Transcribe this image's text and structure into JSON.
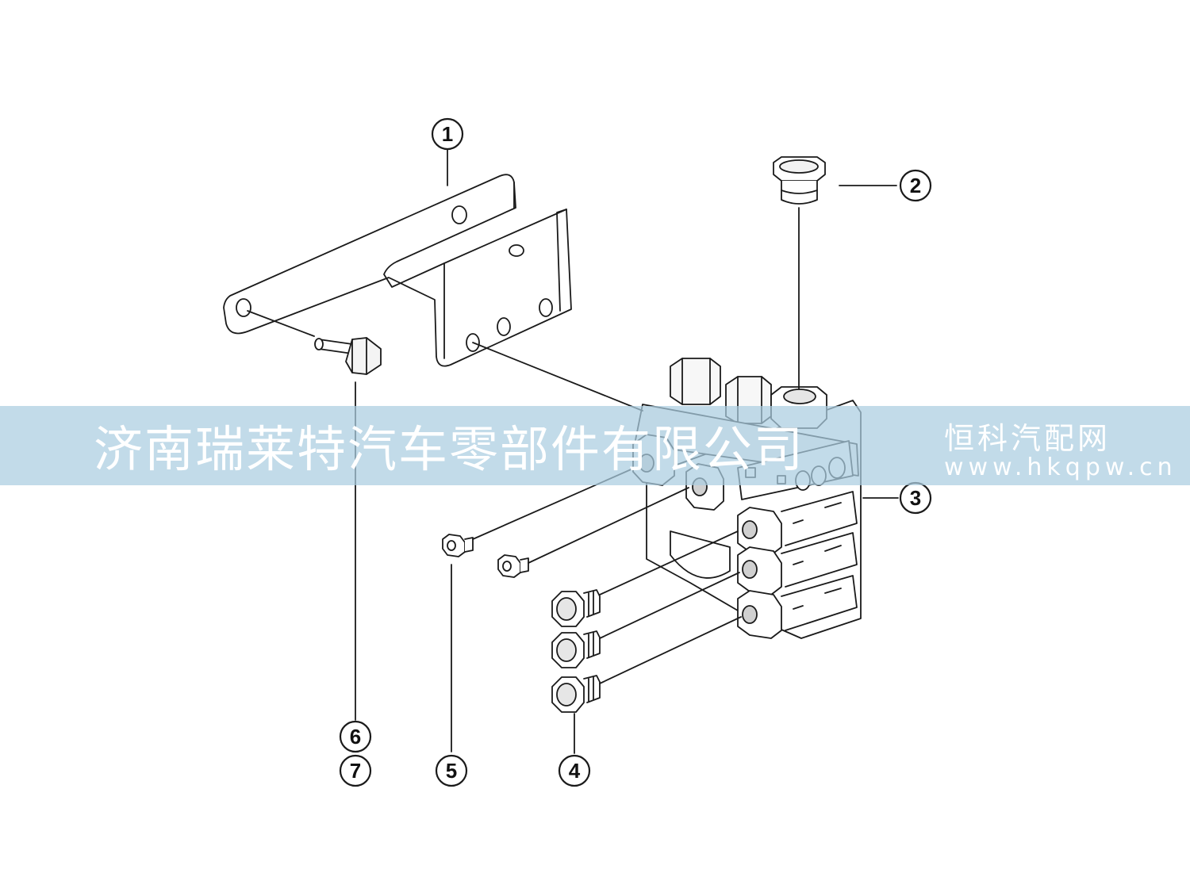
{
  "callouts": [
    "1",
    "2",
    "3",
    "4",
    "5",
    "6",
    "7"
  ],
  "watermark": {
    "company": "济南瑞莱特汽车零部件有限公司",
    "site_name": "恒科汽配网",
    "site_url": "www.hkqpw.cn"
  },
  "colors": {
    "line": "#1a1a1a",
    "part_fill": "#ffffff",
    "shade": "#d8d8d8",
    "watermark_band": "#aacde1"
  }
}
